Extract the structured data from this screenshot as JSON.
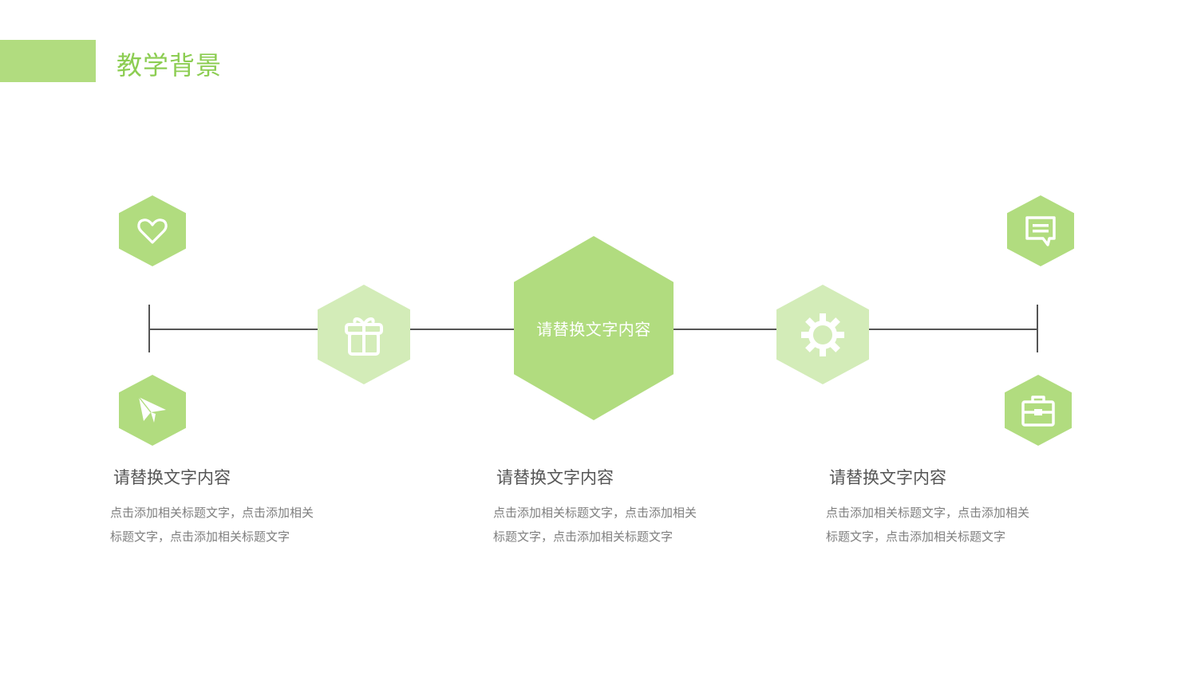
{
  "header": {
    "title": "教学背景",
    "accent_color": "#b1dc7f",
    "title_color": "#8ccd52"
  },
  "diagram": {
    "center_label": "请替换文字内容",
    "colors": {
      "primary_hex": "#b1dc7f",
      "light_hex": "#d3ecb8",
      "line": "#555555"
    },
    "icons": [
      {
        "name": "heart-icon",
        "position": "top-left"
      },
      {
        "name": "paper-plane-icon",
        "position": "bottom-left"
      },
      {
        "name": "gift-icon",
        "position": "on-line-left"
      },
      {
        "name": "gear-icon",
        "position": "on-line-right"
      },
      {
        "name": "chat-icon",
        "position": "top-right"
      },
      {
        "name": "briefcase-icon",
        "position": "bottom-right"
      }
    ]
  },
  "columns": [
    {
      "title": "请替换文字内容",
      "description": "点击添加相关标题文字，点击添加相关标题文字，点击添加相关标题文字"
    },
    {
      "title": "请替换文字内容",
      "description": "点击添加相关标题文字，点击添加相关标题文字，点击添加相关标题文字"
    },
    {
      "title": "请替换文字内容",
      "description": "点击添加相关标题文字，点击添加相关标题文字，点击添加相关标题文字"
    }
  ]
}
